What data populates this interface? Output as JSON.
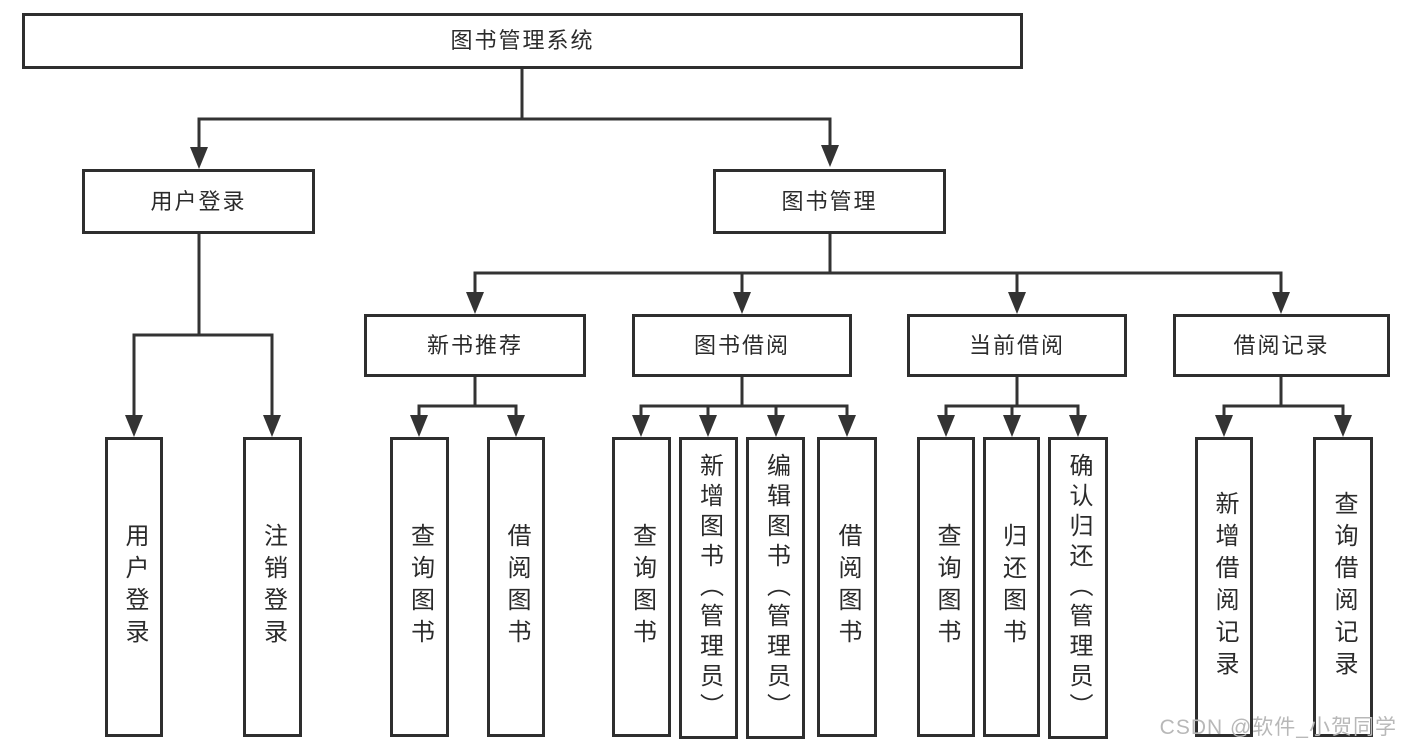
{
  "colors": {
    "line": "#333333",
    "box_border": "#2e2e2e",
    "text": "#2b2b2b",
    "watermark": "#b8b8b8",
    "background": "#ffffff"
  },
  "watermark": {
    "text": "CSDN @软件_小贺同学"
  },
  "tree": {
    "label": "图书管理系统",
    "children": [
      {
        "label": "用户登录",
        "children": [
          {
            "label": "用户登录"
          },
          {
            "label": "注销登录"
          }
        ]
      },
      {
        "label": "图书管理",
        "children": [
          {
            "label": "新书推荐",
            "children": [
              {
                "label": "查询图书"
              },
              {
                "label": "借阅图书"
              }
            ]
          },
          {
            "label": "图书借阅",
            "children": [
              {
                "label": "查询图书"
              },
              {
                "label": "新增图书（管理员）"
              },
              {
                "label": "编辑图书（管理员）"
              },
              {
                "label": "借阅图书"
              }
            ]
          },
          {
            "label": "当前借阅",
            "children": [
              {
                "label": "查询图书"
              },
              {
                "label": "归还图书"
              },
              {
                "label": "确认归还（管理员）"
              }
            ]
          },
          {
            "label": "借阅记录",
            "children": [
              {
                "label": "新增借阅记录"
              },
              {
                "label": "查询借阅记录"
              }
            ]
          }
        ]
      }
    ]
  }
}
